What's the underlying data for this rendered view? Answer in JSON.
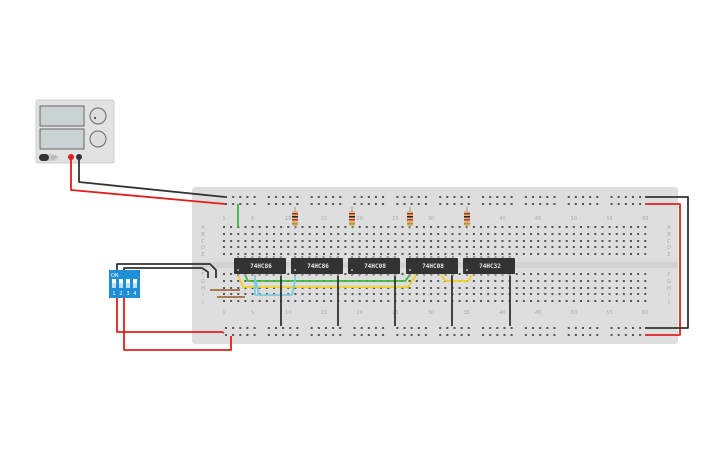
{
  "power_supply": {
    "off_label": "OFF",
    "voltage_display": "",
    "current_display": ""
  },
  "breadboard": {
    "column_labels": [
      "1",
      "5",
      "10",
      "15",
      "20",
      "25",
      "30",
      "35",
      "40",
      "45",
      "50",
      "55",
      "60"
    ],
    "row_labels_top": [
      "A",
      "B",
      "C",
      "D",
      "E"
    ],
    "row_labels_bottom": [
      "F",
      "G",
      "H",
      "I",
      "J"
    ]
  },
  "chips": [
    {
      "label": "74HC86"
    },
    {
      "label": "74HC86"
    },
    {
      "label": "74HC08"
    },
    {
      "label": "74HC08"
    },
    {
      "label": "74HC32"
    }
  ],
  "dip_switch": {
    "on_label": "ON",
    "switch_labels": [
      "1",
      "2",
      "3",
      "4"
    ],
    "color": "#1e8fd6"
  },
  "colors": {
    "wire_red": "#e0201c",
    "wire_black": "#333333",
    "wire_green": "#3cb83c",
    "wire_yellow": "#f2d21a",
    "wire_cyan": "#7ccbe0",
    "wire_brown": "#a0703c",
    "breadboard": "#dedede",
    "chip": "#333333"
  }
}
